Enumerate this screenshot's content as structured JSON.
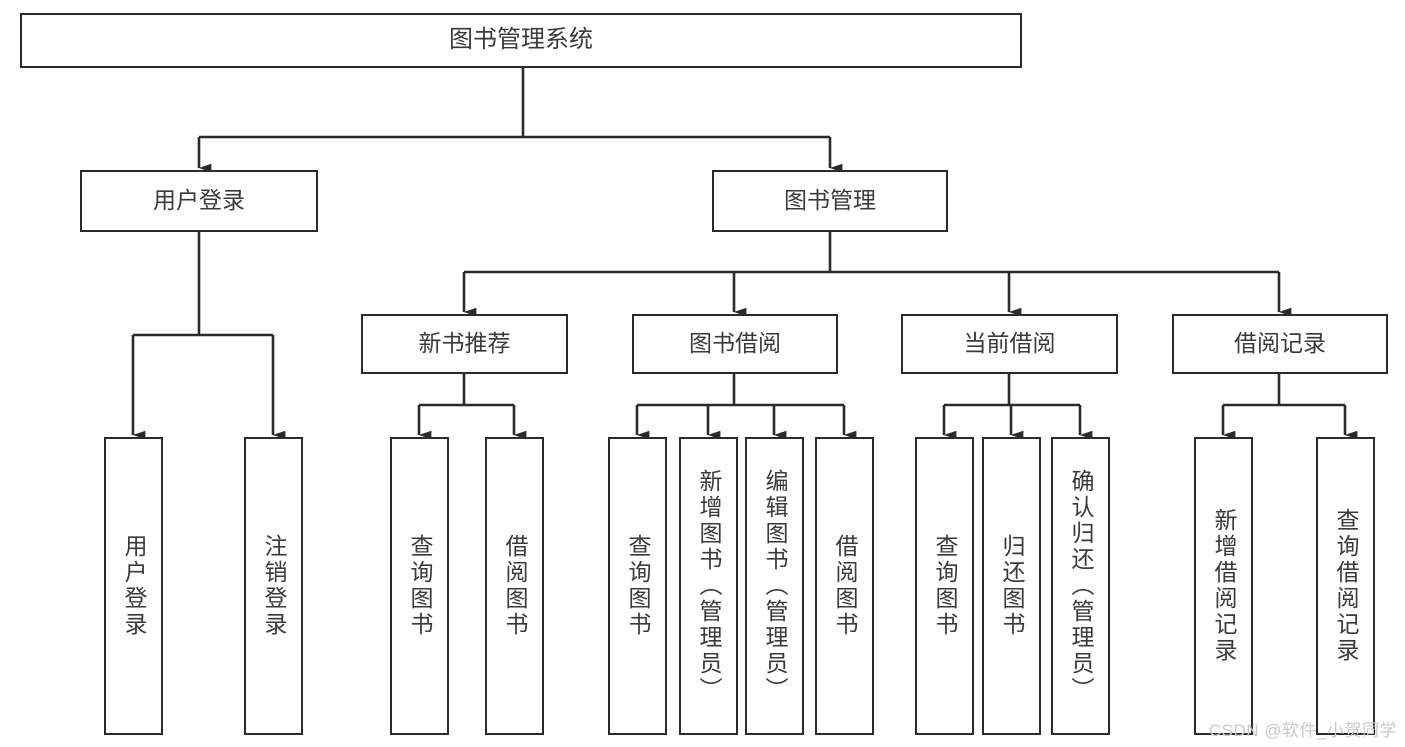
{
  "diagram": {
    "title": "图书管理系统",
    "type": "tree-hierarchy-chart",
    "stroke_color": "#2b2b2b",
    "text_color": "#3a3a3a",
    "background": "#ffffff"
  },
  "nodes": {
    "root": {
      "label": "图书管理系统"
    },
    "level2": [
      {
        "label": "用户登录"
      },
      {
        "label": "图书管理"
      }
    ],
    "level3": [
      {
        "label": "新书推荐"
      },
      {
        "label": "图书借阅"
      },
      {
        "label": "当前借阅"
      },
      {
        "label": "借阅记录"
      }
    ],
    "leaves_user_login": [
      {
        "label": "用户登录"
      },
      {
        "label": "注销登录"
      }
    ],
    "leaves_new_book": [
      {
        "label": "查询图书"
      },
      {
        "label": "借阅图书"
      }
    ],
    "leaves_borrow": [
      {
        "label": "查询图书"
      },
      {
        "label": "新增图书（管理员）"
      },
      {
        "label": "编辑图书（管理员）"
      },
      {
        "label": "借阅图书"
      }
    ],
    "leaves_current": [
      {
        "label": "查询图书"
      },
      {
        "label": "归还图书"
      },
      {
        "label": "确认归还（管理员）"
      }
    ],
    "leaves_records": [
      {
        "label": "新增借阅记录"
      },
      {
        "label": "查询借阅记录"
      }
    ]
  },
  "watermark": {
    "text": "CSDN @软件_小贺同学"
  }
}
